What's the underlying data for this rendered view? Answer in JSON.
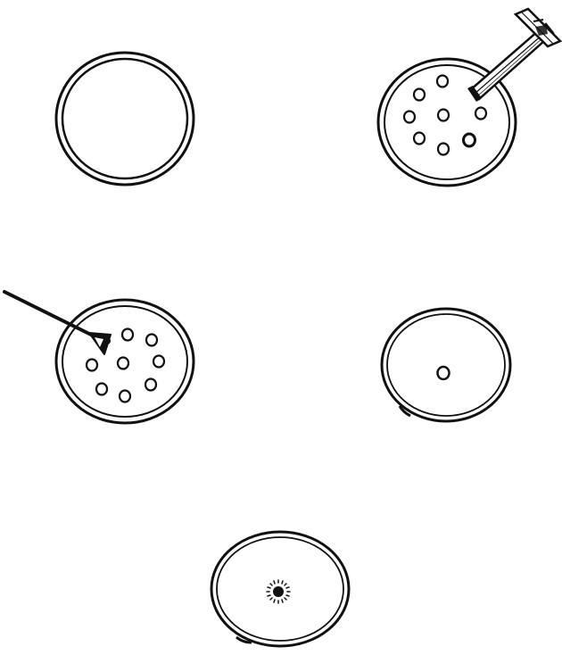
{
  "figure": {
    "panels": [
      {
        "id": "empty-dish",
        "colonies": 0,
        "tool": "none"
      },
      {
        "id": "dish-with-colonies-replica-stamp",
        "colonies": 9,
        "tool": "replica-stamp"
      },
      {
        "id": "dish-with-colonies-transfer-loop",
        "colonies": 9,
        "tool": "transfer-loop"
      },
      {
        "id": "dish-single-colony",
        "colonies": 1,
        "tool": "none"
      },
      {
        "id": "dish-grown-colony",
        "colonies": 1,
        "tool": "none",
        "colony_state": "grown"
      }
    ],
    "colors": {
      "ink": "#111111",
      "paper": "#ffffff"
    }
  }
}
